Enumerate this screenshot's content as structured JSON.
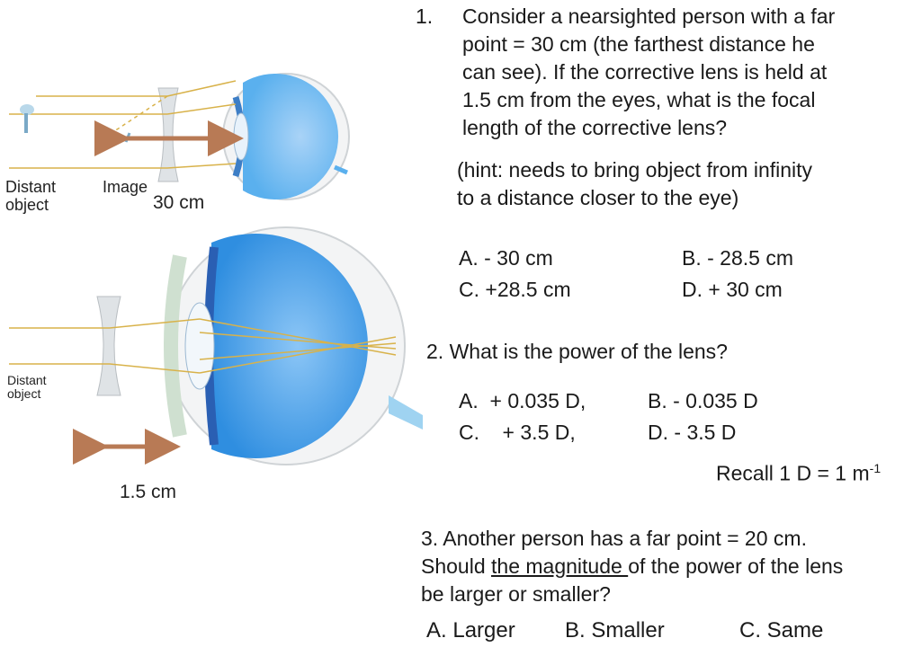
{
  "diagram_top": {
    "labels": {
      "distant_object_l1": "Distant",
      "distant_object_l2": "object",
      "image": "Image",
      "distance": "30 cm"
    }
  },
  "diagram_bottom": {
    "labels": {
      "distant_object_l1": "Distant",
      "distant_object_l2": "object",
      "distance": "1.5 cm"
    }
  },
  "q1": {
    "number": "1.",
    "lines": [
      "Consider a nearsighted person with a far",
      "point = 30 cm (the farthest distance he",
      "can see). If the corrective lens is held at",
      "1.5 cm from the eyes, what is the focal",
      "length of the corrective lens?"
    ],
    "hint_lines": [
      "(hint: needs to bring object from infinity",
      "to a distance closer to the eye)"
    ],
    "options": {
      "a": "A.  - 30 cm",
      "b": "B. - 28.5 cm",
      "c": "C.  +28.5 cm",
      "d": "D. + 30 cm"
    }
  },
  "q2": {
    "text": "2. What is the power of the lens?",
    "options": {
      "a": "A.  + 0.035 D,",
      "b": "B. - 0.035 D",
      "c": "C.    + 3.5 D,",
      "d": "D. - 3.5 D"
    },
    "recall": "Recall 1 D = 1 m",
    "recall_exp": "-1"
  },
  "q3": {
    "line1": "3. Another person has a far point = 20 cm.",
    "line2_pre": "Should ",
    "line2_underlined": "the magnitude ",
    "line2_post": "of the power of the lens",
    "line3": "be larger or smaller?",
    "options": {
      "a": "A. Larger",
      "b": "B. Smaller",
      "c": "C. Same"
    }
  },
  "colors": {
    "eye_blue": "#3f9be6",
    "ray": "#d8b24a",
    "arrow": "#b87a55",
    "lens": "#dfe3e6"
  }
}
